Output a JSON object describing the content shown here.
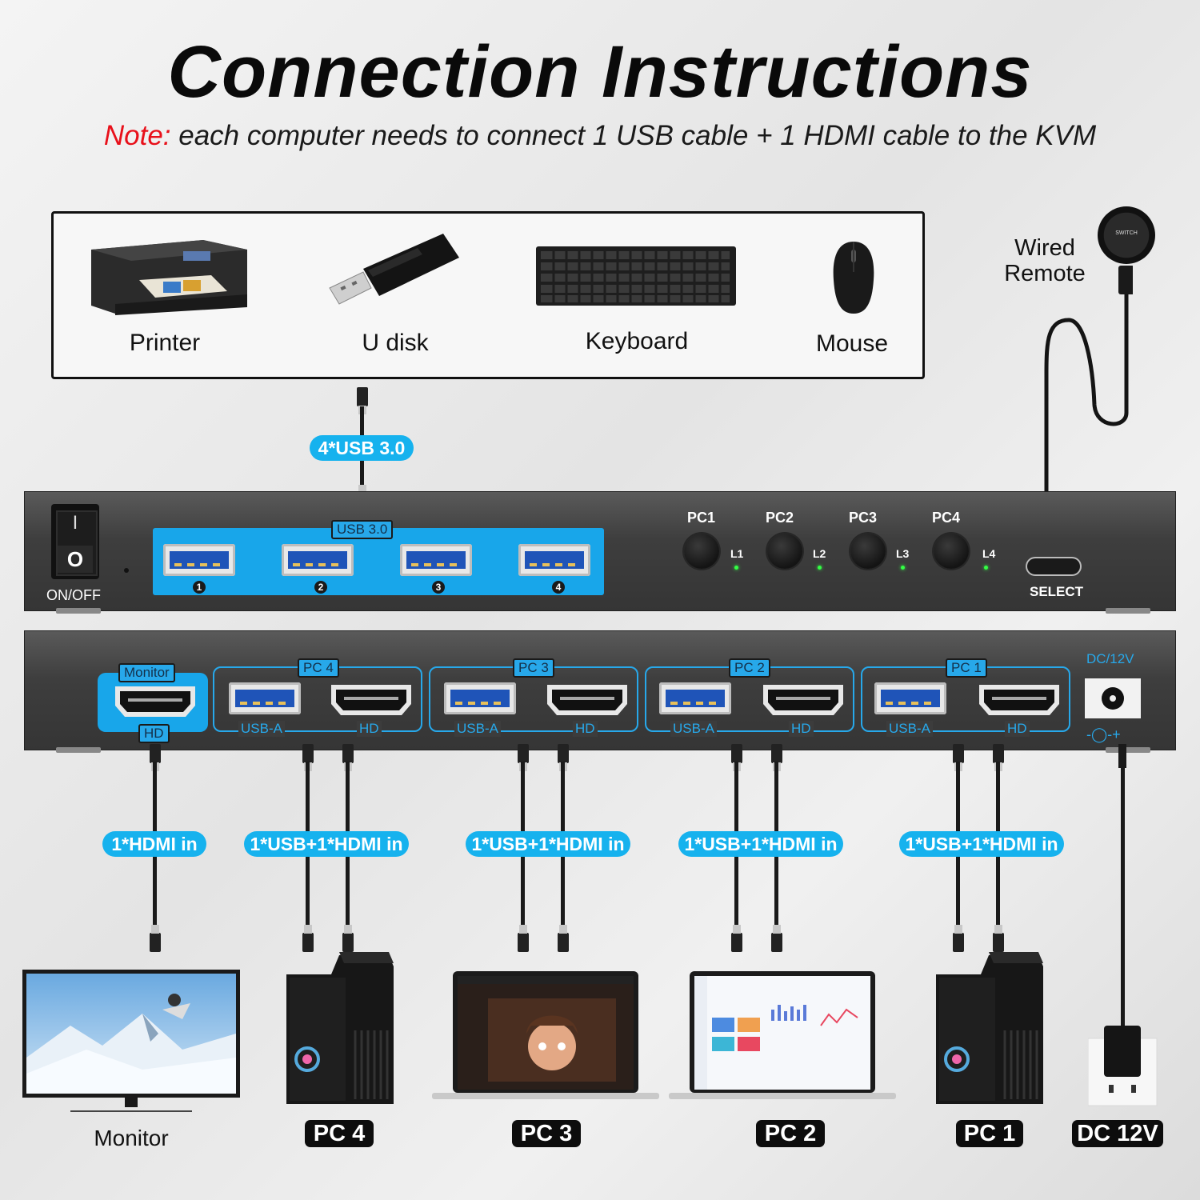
{
  "header": {
    "title": "Connection Instructions",
    "note_prefix": "Note:",
    "note_text": " each computer needs to connect 1 USB cable + 1 HDMI cable to the KVM"
  },
  "peripherals": [
    {
      "label": "Printer"
    },
    {
      "label": "U disk"
    },
    {
      "label": "Keyboard"
    },
    {
      "label": "Mouse"
    }
  ],
  "remote": {
    "label_line1": "Wired",
    "label_line2": "Remote",
    "device_text": "SWITCH"
  },
  "usb_pill": "4*USB 3.0",
  "front_panel": {
    "switch_on": "I",
    "switch_off": "O",
    "power_label": "ON/OFF",
    "usb_group_label": "USB 3.0",
    "port_numbers": [
      "1",
      "2",
      "3",
      "4"
    ],
    "pc_buttons": [
      {
        "label": "PC1",
        "led": "L1"
      },
      {
        "label": "PC2",
        "led": "L2"
      },
      {
        "label": "PC3",
        "led": "L3"
      },
      {
        "label": "PC4",
        "led": "L4"
      }
    ],
    "select_label": "SELECT"
  },
  "rear_panel": {
    "monitor_label": "Monitor",
    "monitor_hd": "HD",
    "groups": [
      {
        "label": "PC 4"
      },
      {
        "label": "PC 3"
      },
      {
        "label": "PC 2"
      },
      {
        "label": "PC 1"
      }
    ],
    "usb_a_label": "USB-A",
    "hd_label": "HD",
    "dc_label": "DC/12V",
    "polarity": "-◯-+"
  },
  "connection_pills": [
    "1*HDMI in",
    "1*USB+1*HDMI in",
    "1*USB+1*HDMI in",
    "1*USB+1*HDMI in",
    "1*USB+1*HDMI in"
  ],
  "devices": [
    {
      "label": "Monitor"
    },
    {
      "label": "PC 4"
    },
    {
      "label": "PC 3"
    },
    {
      "label": "PC 2"
    },
    {
      "label": "PC 1"
    },
    {
      "label": "DC 12V"
    }
  ],
  "colors": {
    "accent": "#27a8ea",
    "pill": "#16b2ee",
    "note_red": "#e8101a",
    "panel": "#3e3e3e"
  }
}
